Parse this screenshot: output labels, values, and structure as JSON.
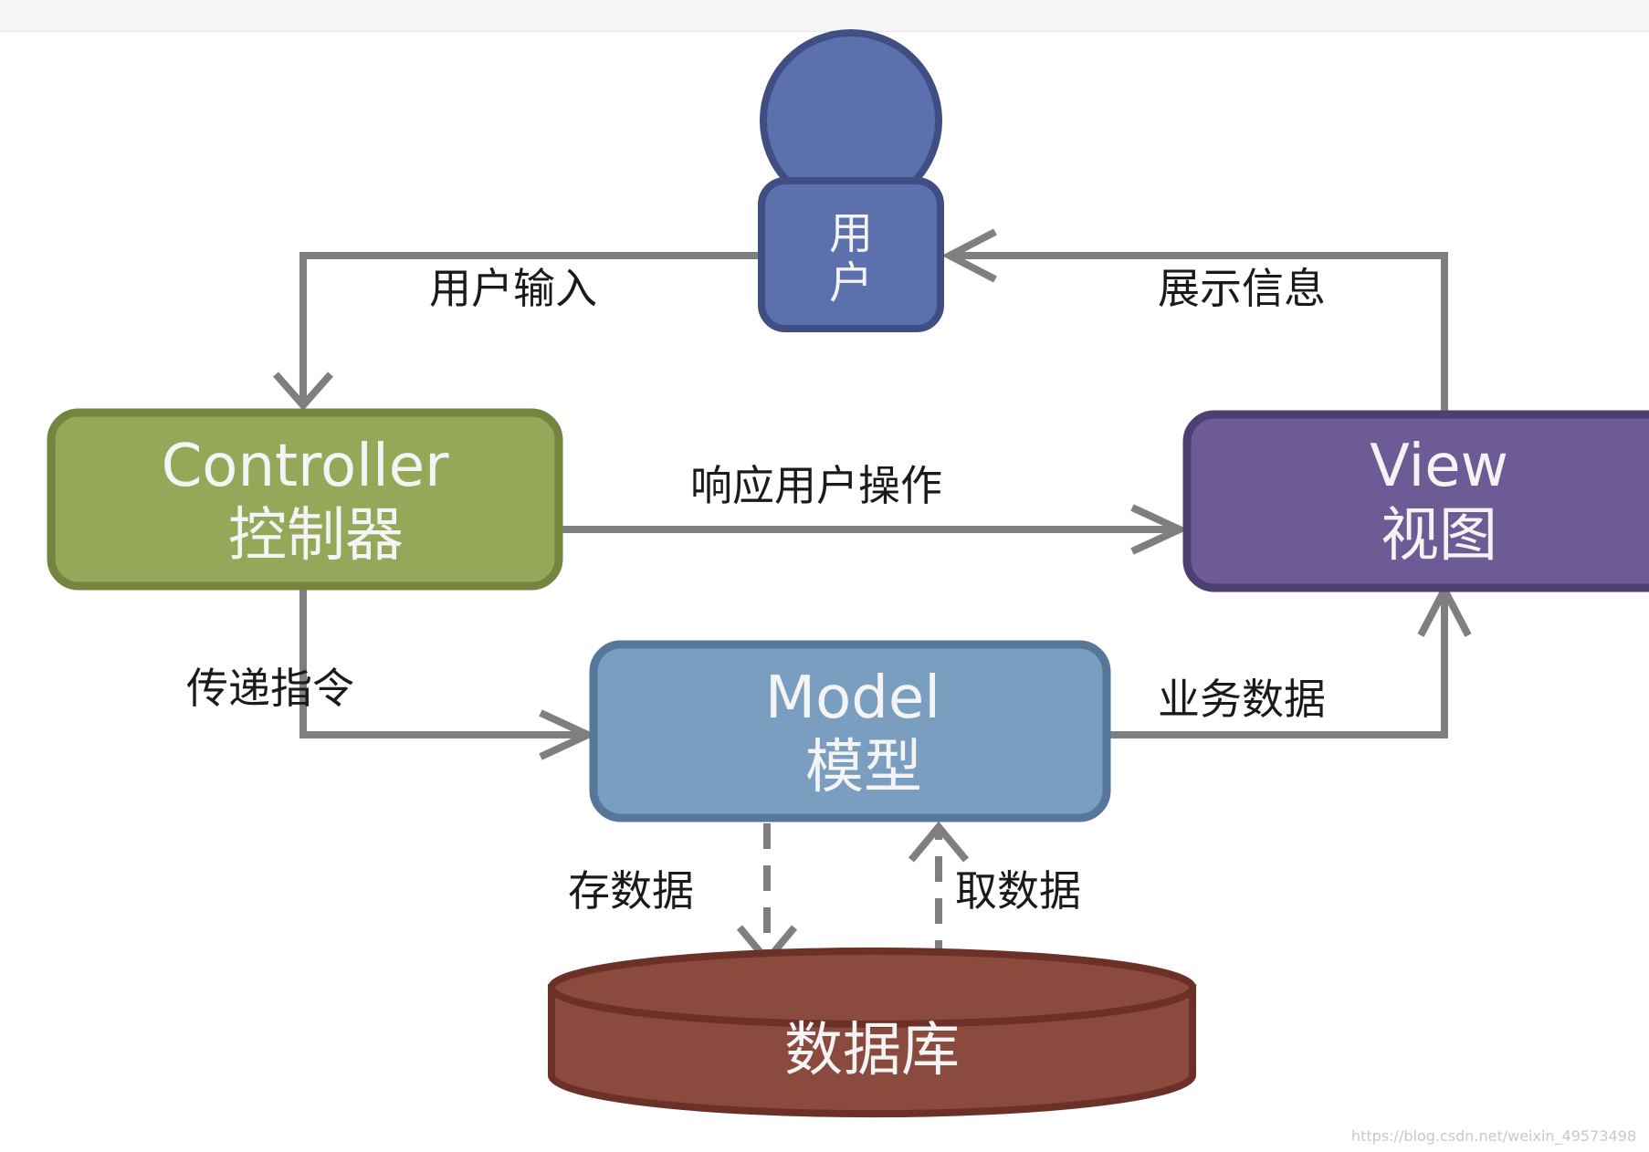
{
  "nodes": {
    "user": {
      "line1": "用",
      "line2": "户",
      "color": "#5b70ad"
    },
    "controller": {
      "title": "Controller",
      "subtitle": "控制器",
      "color": "#95a85a"
    },
    "view": {
      "title": "View",
      "subtitle": "视图",
      "color": "#6c5b94"
    },
    "model": {
      "title": "Model",
      "subtitle": "模型",
      "color": "#7a9ebf"
    },
    "database": {
      "label": "数据库",
      "color": "#8b4a3e"
    }
  },
  "edges": {
    "user_input": "用户输入",
    "show_info": "展示信息",
    "respond_action": "响应用户操作",
    "pass_command": "传递指令",
    "business_data": "业务数据",
    "store_data": "存数据",
    "fetch_data": "取数据"
  },
  "watermark": "https://blog.csdn.net/weixin_49573498"
}
